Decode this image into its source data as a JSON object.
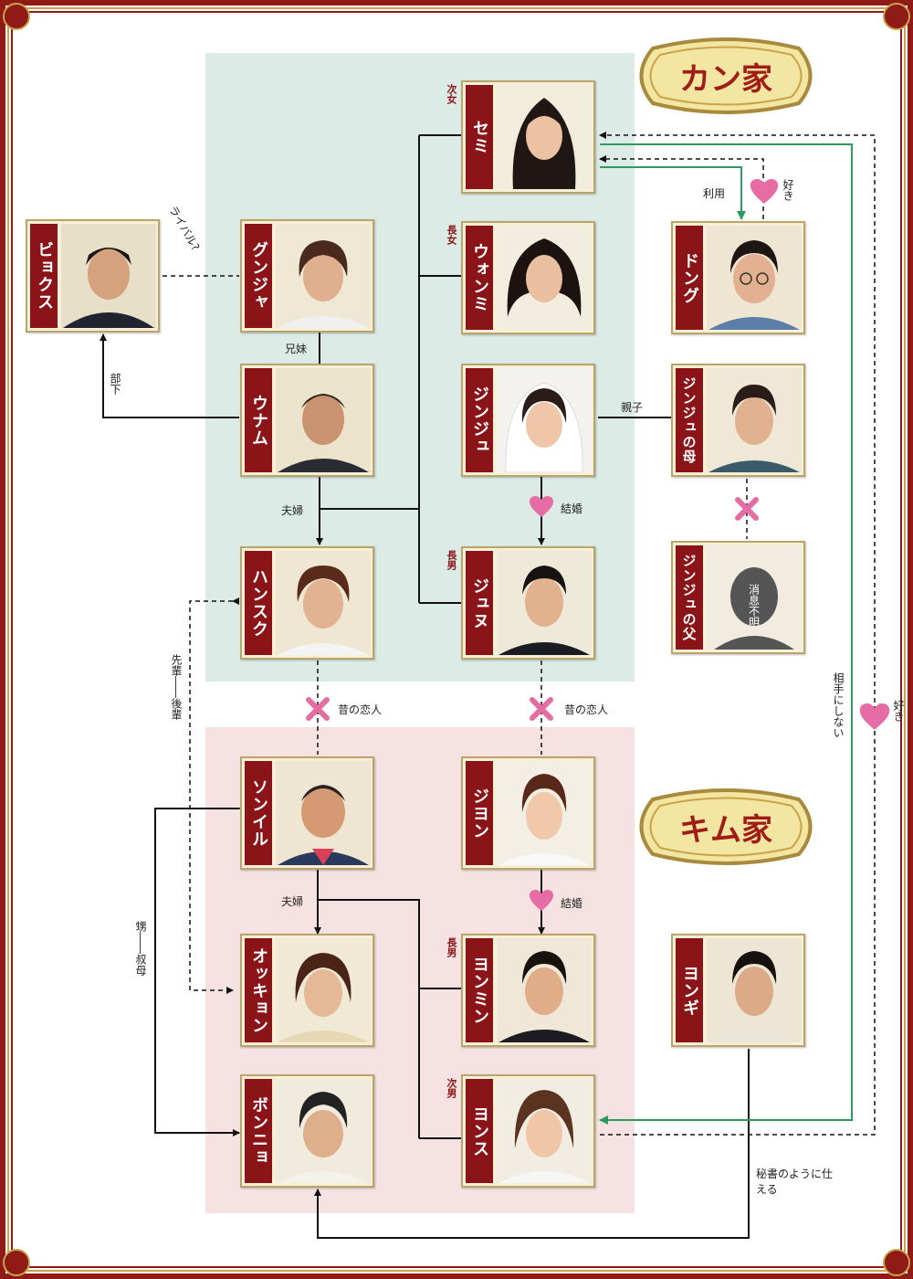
{
  "families": {
    "kang": {
      "title": "カン家",
      "color": "#dcebe6"
    },
    "kim": {
      "title": "キム家",
      "color": "#f6e2e2"
    }
  },
  "people": {
    "semi": {
      "name": "セミ",
      "role": "次女"
    },
    "wonmi": {
      "name": "ウォンミ",
      "role": "長女"
    },
    "jinju": {
      "name": "ジンジュ"
    },
    "june": {
      "name": "ジュヌ",
      "role": "長男"
    },
    "gunja": {
      "name": "グンジャ"
    },
    "unam": {
      "name": "ウナム"
    },
    "hansuk": {
      "name": "ハンスク"
    },
    "byoksu": {
      "name": "ビョクス"
    },
    "dongu": {
      "name": "ドング"
    },
    "jinju_mother": {
      "name": "ジンジュの母"
    },
    "jinju_father": {
      "name": "ジンジュの父",
      "note": "消息不明"
    },
    "sonil": {
      "name": "ソンイル"
    },
    "okkyon": {
      "name": "オッキョン"
    },
    "bonnyo": {
      "name": "ボンニョ"
    },
    "jiyon": {
      "name": "ジヨン"
    },
    "yonmin": {
      "name": "ヨンミン",
      "role": "長男"
    },
    "yonsu": {
      "name": "ヨンス",
      "role": "次男"
    },
    "yongi": {
      "name": "ヨンギ"
    }
  },
  "relations": {
    "rival": "ライバル?",
    "siblings": "兄妹",
    "subordinate": "部下",
    "couple_kang": "夫婦",
    "couple_kim": "夫婦",
    "parent_child": "親子",
    "marriage_kang": "結婚",
    "marriage_kim": "結婚",
    "exlover_left": "昔の恋人",
    "exlover_right": "昔の恋人",
    "senior_junior": "先輩――後輩",
    "nephew_aunt": "甥――叔母",
    "use": "利用",
    "like_dongu": "好き",
    "ignore": "相手にしない",
    "like_yonsu": "好き",
    "secretary": "秘書のように仕える"
  },
  "colors": {
    "frame_red": "#8f1a16",
    "frame_gold": "#c9a24a",
    "tag_red": "#8a1418",
    "green_arrow": "#2e9b5e",
    "heart_pink": "#e66da3"
  }
}
